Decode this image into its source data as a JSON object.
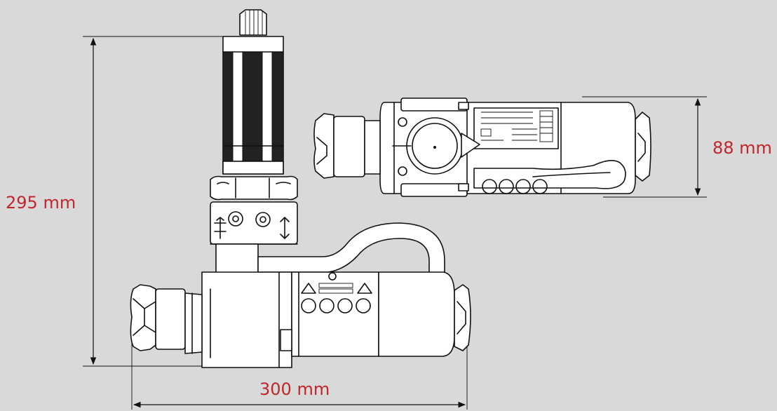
{
  "dimensions": {
    "height_label": "295 mm",
    "depth_label": "88 mm",
    "width_label": "300 mm"
  },
  "colors": {
    "background": "#d9d9d9",
    "label": "#c0262d",
    "line": "#111111"
  }
}
